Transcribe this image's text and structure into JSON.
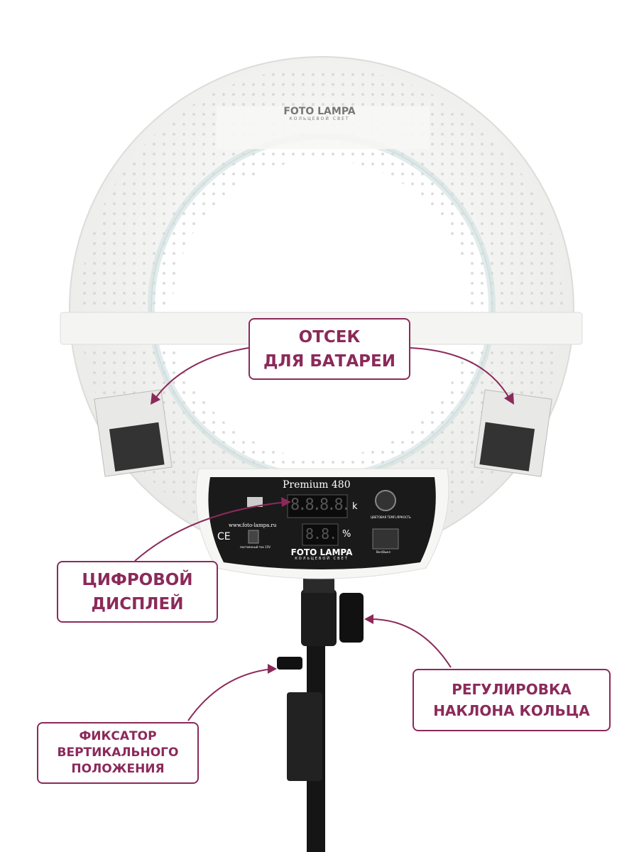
{
  "product": {
    "brand": "FOTO LAMPA",
    "brand_sub": "КОЛЬЦЕВОЙ СВЕТ",
    "model": "Premium 480",
    "website": "www.foto-lampa.ru",
    "display_main": "8.8.8.8.",
    "display_main_unit": "k",
    "display_pct": "8.8.",
    "display_pct_unit": "%",
    "knob_label": "ЦВЕТОВАЯ ТЕМП./ЯРКОСТЬ",
    "switch_label": "Вкл/Выкл",
    "dc_label": "постоянный ток 15V",
    "ce_mark": "CE"
  },
  "callouts": {
    "battery": [
      "ОТСЕК",
      "ДЛЯ БАТАРЕИ"
    ],
    "display": [
      "ЦИФРОВОЙ",
      "ДИСПЛЕЙ"
    ],
    "tilt": [
      "РЕГУЛИРОВКА",
      "НАКЛОНА КОЛЬЦА"
    ],
    "lock": [
      "ФИКСАТОР",
      "ВЕРТИКАЛЬНОГО",
      "ПОЛОЖЕНИЯ"
    ]
  },
  "colors": {
    "accent": "#8b2a5a",
    "ring": "#f3f3f1",
    "panel": "#1a1a1a"
  }
}
